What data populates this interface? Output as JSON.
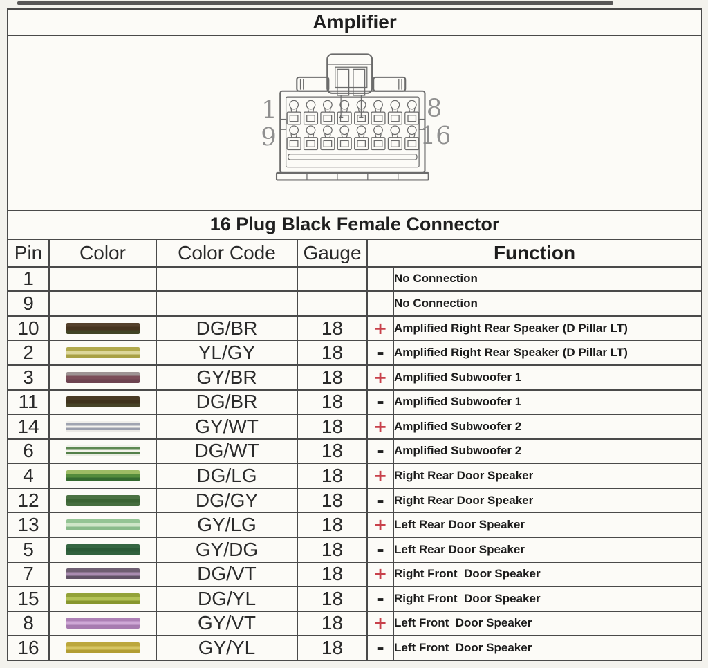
{
  "header": {
    "title": "Amplifier"
  },
  "connector": {
    "caption": "16 Plug Black Female Connector",
    "pin_labels": {
      "row1_left": "1",
      "row1_right": "8",
      "row2_left": "9",
      "row2_right": "16"
    }
  },
  "table": {
    "headers": {
      "pin": "Pin",
      "color": "Color",
      "color_code": "Color Code",
      "gauge": "Gauge",
      "function": "Function"
    },
    "rows": [
      {
        "pin": "1",
        "color_stripes": [],
        "color_code": "",
        "gauge": "",
        "polarity": "",
        "function": "No Connection"
      },
      {
        "pin": "9",
        "color_stripes": [],
        "color_code": "",
        "gauge": "",
        "polarity": "",
        "function": "No Connection"
      },
      {
        "pin": "10",
        "color_stripes": [
          "#55412c",
          "#46341e",
          "#414425"
        ],
        "color_code": "DG/BR",
        "gauge": "18",
        "polarity": "+",
        "function": "Amplified Right Rear Speaker (D Pillar LT)"
      },
      {
        "pin": "2",
        "color_stripes": [
          "#b1a94c",
          "#ddd79a",
          "#a9a145"
        ],
        "color_code": "YL/GY",
        "gauge": "18",
        "polarity": "-",
        "function": "Amplified Right Rear Speaker (D Pillar LT)"
      },
      {
        "pin": "3",
        "color_stripes": [
          "#9e9494",
          "#7c4e59",
          "#6d4350"
        ],
        "color_code": "GY/BR",
        "gauge": "18",
        "polarity": "+",
        "function": "Amplified Subwoofer 1"
      },
      {
        "pin": "11",
        "color_stripes": [
          "#4a3b25",
          "#40331d",
          "#474327"
        ],
        "color_code": "DG/BR",
        "gauge": "18",
        "polarity": "-",
        "function": "Amplified Subwoofer 1"
      },
      {
        "pin": "14",
        "color_stripes": [
          "#f0efeb",
          "#a0a4b1",
          "#f4f3ee",
          "#9a9eac",
          "#eceae6"
        ],
        "color_code": "GY/WT",
        "gauge": "18",
        "polarity": "+",
        "function": "Amplified Subwoofer 2"
      },
      {
        "pin": "6",
        "color_stripes": [
          "#eff1e9",
          "#5d8852",
          "#f3f3eb",
          "#54804a",
          "#e9ece2"
        ],
        "color_code": "DG/WT",
        "gauge": "18",
        "polarity": "-",
        "function": "Amplified Subwoofer 2"
      },
      {
        "pin": "4",
        "color_stripes": [
          "#9dbc64",
          "#548c3c",
          "#356a30"
        ],
        "color_code": "DG/LG",
        "gauge": "18",
        "polarity": "+",
        "function": "Right Rear Door Speaker"
      },
      {
        "pin": "12",
        "color_stripes": [
          "#4b7243",
          "#3b6434",
          "#466e3f"
        ],
        "color_code": "DG/GY",
        "gauge": "18",
        "polarity": "-",
        "function": "Right Rear Door Speaker"
      },
      {
        "pin": "13",
        "color_stripes": [
          "#94c494",
          "#cfe6c8",
          "#8abb8b"
        ],
        "color_code": "GY/LG",
        "gauge": "18",
        "polarity": "+",
        "function": "Left Rear Door Speaker"
      },
      {
        "pin": "5",
        "color_stripes": [
          "#356642",
          "#2b5a37",
          "#31613e"
        ],
        "color_code": "GY/DG",
        "gauge": "18",
        "polarity": "-",
        "function": "Left Rear Door Speaker"
      },
      {
        "pin": "7",
        "color_stripes": [
          "#6e5e71",
          "#a98cb0",
          "#615366"
        ],
        "color_code": "DG/VT",
        "gauge": "18",
        "polarity": "+",
        "function": "Right Front  Door Speaker"
      },
      {
        "pin": "15",
        "color_stripes": [
          "#93a238",
          "#b3c256",
          "#87962e"
        ],
        "color_code": "DG/YL",
        "gauge": "18",
        "polarity": "-",
        "function": "Right Front  Door Speaker"
      },
      {
        "pin": "8",
        "color_stripes": [
          "#ad80b5",
          "#cfa8d6",
          "#a77bb0"
        ],
        "color_code": "GY/VT",
        "gauge": "18",
        "polarity": "+",
        "function": "Left Front  Door Speaker"
      },
      {
        "pin": "16",
        "color_stripes": [
          "#bca73c",
          "#d6c562",
          "#b29d32"
        ],
        "color_code": "GY/YL",
        "gauge": "18",
        "polarity": "-",
        "function": "Left Front  Door Speaker"
      }
    ]
  },
  "colors": {
    "polarity_plus": "#c8414b",
    "polarity_minus": "#222222",
    "border": "#4a4a4a",
    "diagram_stroke": "#6b6b6b"
  }
}
